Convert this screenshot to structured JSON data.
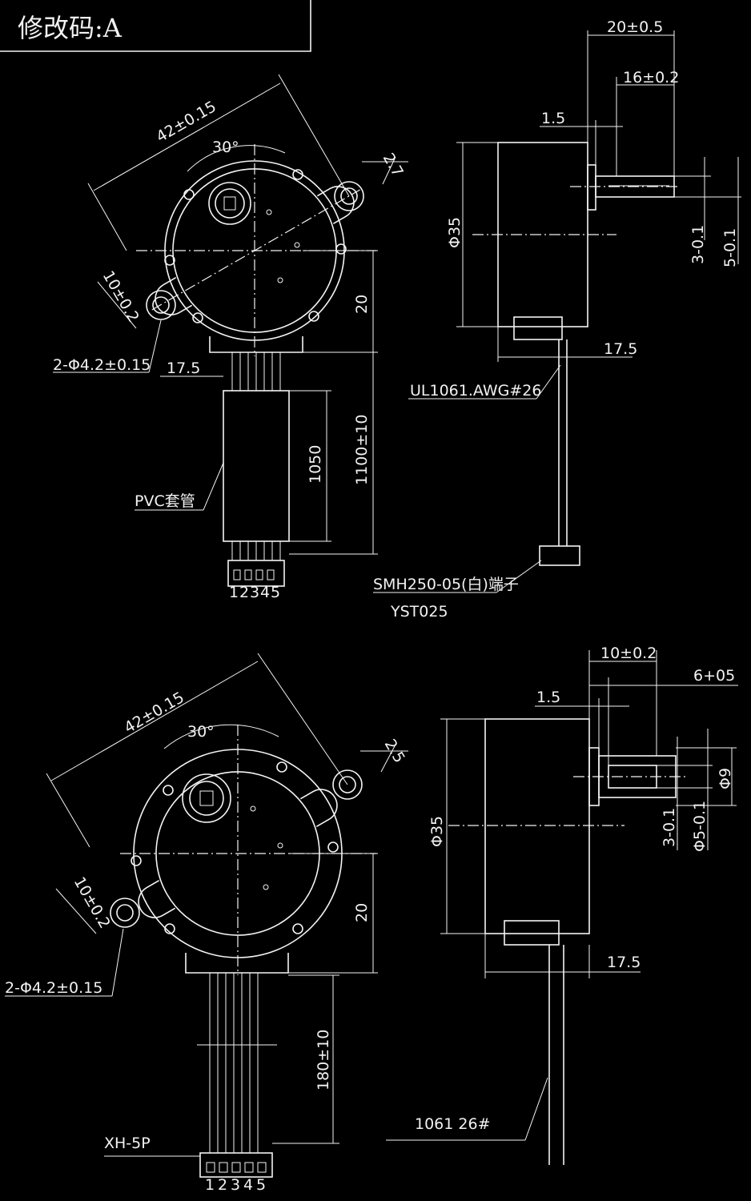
{
  "title_block": {
    "label": "修改码:A"
  },
  "view_a": {
    "front": {
      "width_dim": "42±0.15",
      "angle": "30°",
      "ear_height": "2.7",
      "ear_width": "10±0.2",
      "center_to_bottom": "20",
      "holes": "2-Φ4.2±0.15",
      "wire_exit": "17.5",
      "sleeve_length": "1050",
      "lead_length": "1100±10",
      "sleeve_label": "PVC套管",
      "pin_numbers": [
        "1",
        "2",
        "3",
        "4",
        "5"
      ]
    },
    "side": {
      "overall": "20±0.5",
      "shaft_length": "16±0.2",
      "flange": "1.5",
      "body_diameter": "Φ35",
      "flat": "3-0.1",
      "shaft_diameter": "5-0.1",
      "wire_offset": "17.5",
      "wire_spec": "UL1061.AWG#26",
      "connector_line1": "SMH250-05(白)端子",
      "connector_line2": "YST025"
    }
  },
  "view_b": {
    "front": {
      "width_dim": "42±0.15",
      "angle": "30°",
      "ear_height": "2.5",
      "ear_width": "10±0.2",
      "center_to_bottom": "20",
      "holes": "2-Φ4.2±0.15",
      "lead_length": "180±10",
      "connector": "XH-5P",
      "pin_numbers": [
        "1",
        "2",
        "3",
        "4",
        "5"
      ]
    },
    "side": {
      "shaft_length": "10±0.2",
      "flat_length": "6+05",
      "flange": "1.5",
      "body_diameter": "Φ35",
      "boss_diameter": "Φ9",
      "flat": "3-0.1",
      "shaft_diameter": "Φ5-0.1",
      "wire_offset": "17.5",
      "wire_spec": "1061 26#"
    }
  }
}
